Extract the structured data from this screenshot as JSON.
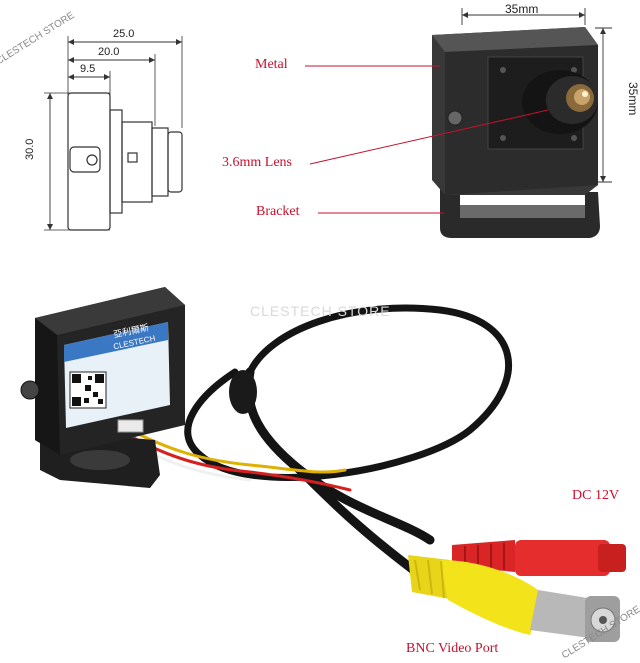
{
  "dimensions": {
    "overall_width": "25.0",
    "mid_width": "20.0",
    "small_width": "9.5",
    "height": "30.0",
    "photo_width": "35mm",
    "photo_height": "35mm"
  },
  "callouts": {
    "metal": "Metal",
    "lens": "3.6mm Lens",
    "bracket": "Bracket",
    "power": "DC 12V",
    "video": "BNC Video Port"
  },
  "label": {
    "brand_cn": "亞利爾斯",
    "brand_en": "CLESTECH"
  },
  "watermarks": {
    "corner_top": "CLESTECH STORE",
    "center": "CLESTECH STORE",
    "corner_bottom": "CLESTECH STORE"
  },
  "colors": {
    "callout_red": "#c8102e",
    "cable_black": "#1a1a1a",
    "plug_red": "#e62d2d",
    "plug_yellow": "#f2e31a",
    "metal_dark": "#3a3a3a"
  }
}
